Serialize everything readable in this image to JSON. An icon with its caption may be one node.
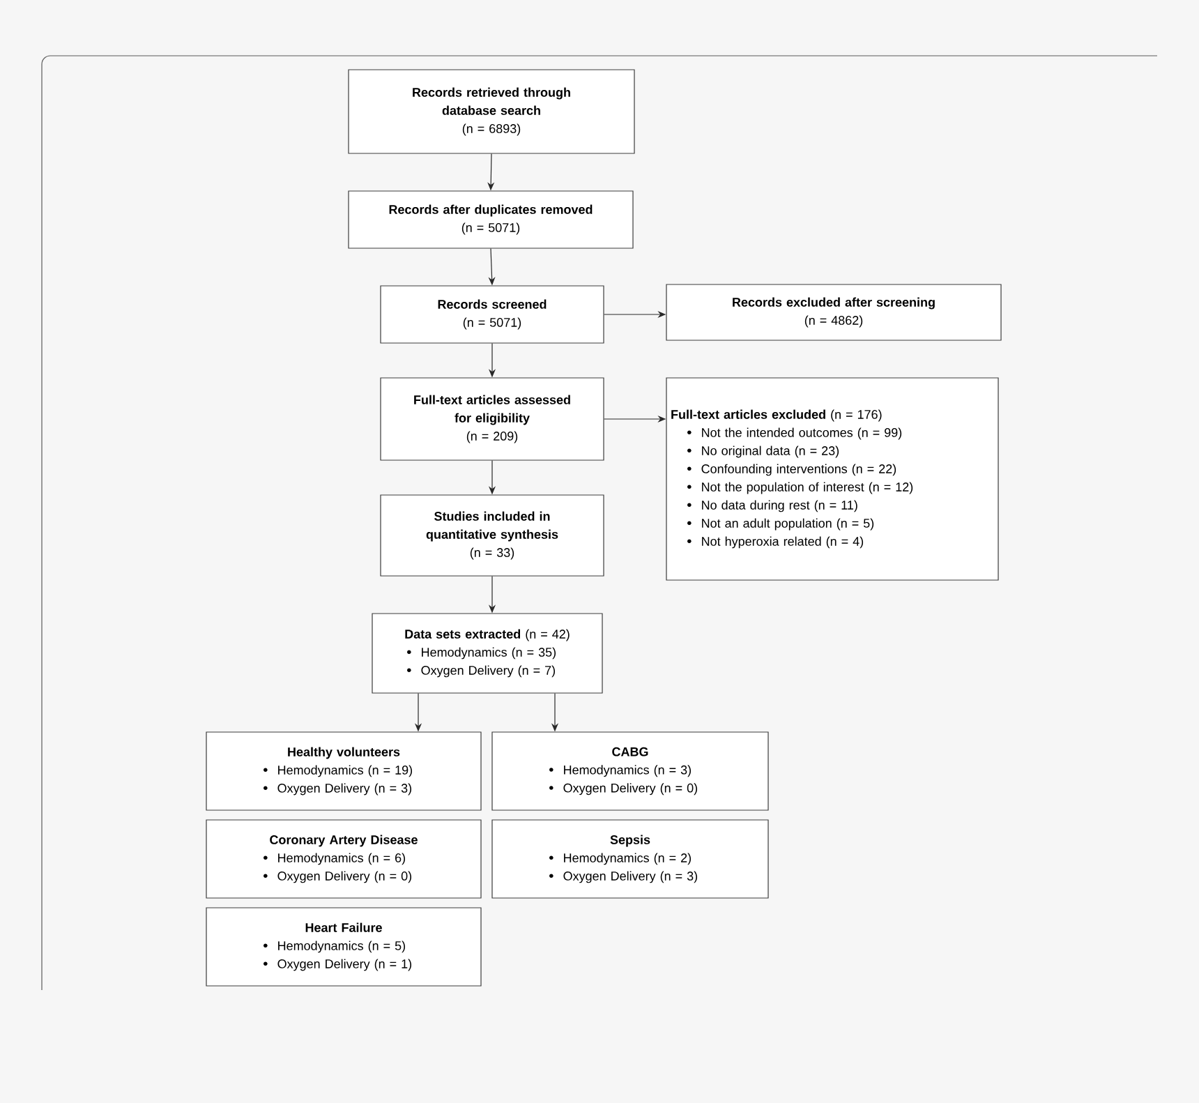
{
  "diagram": {
    "nodes": [
      {
        "text": [
          "Records retrieved through database search",
          "(n = 6893)"
        ]
      },
      {
        "text": [
          "Records after duplicates removed",
          "(n = 5071)"
        ]
      },
      {
        "text": [
          "Records screened",
          "(n = 5071)"
        ]
      },
      {
        "text": [
          "Records excluded after screening",
          "(n = 4862)"
        ]
      },
      {
        "text": [
          "Full-text articles assessed for eligibility",
          "(n = 209)"
        ]
      },
      {
        "text": [
          "**Full-text articles excluded** (n = 176)",
          "Not the intended outcomes (n = 99)",
          "No original data (n = 23)",
          "Confounding interventions (n = 22)",
          "Not the population of interest (n = 12)",
          "No data during rest (n = 11)",
          "Not an adult population (n = 5)",
          "Not hyperoxia related (n = 4)"
        ]
      },
      {
        "text": [
          "Studies included in quantitative synthesis",
          "(n = 33)"
        ]
      },
      {
        "text": [
          "**Data sets extracted** (n = 42)",
          "Hemodynamics (n = 35)",
          "Oxygen Delivery (n = 7)"
        ]
      },
      {
        "text": [
          "Healthy volunteers",
          "Hemodynamics (n = 19)",
          "Oxygen Delivery (n = 3)"
        ]
      },
      {
        "text": [
          "CABG",
          "Hemodynamics (n = 3)",
          "Oxygen Delivery (n = 0)"
        ]
      },
      {
        "text": [
          "Coronary Artery Disease",
          "Hemodynamics (n = 6)",
          "Oxygen Delivery (n = 0)"
        ]
      },
      {
        "text": [
          "Sepsis",
          "Hemodynamics (n = 2)",
          "Oxygen Delivery (n = 3)"
        ]
      },
      {
        "text": [
          "Heart Failure",
          "Hemodynamics (n = 5)",
          "Oxygen Delivery (n = 1)"
        ]
      }
    ],
    "edges": [
      {
        "from": 0,
        "to": 1,
        "arrow": "to"
      },
      {
        "from": 1,
        "to": 2,
        "arrow": "to"
      },
      {
        "from": 2,
        "to": 3,
        "arrow": "to"
      },
      {
        "from": 2,
        "to": 4,
        "arrow": "to"
      },
      {
        "from": 4,
        "to": 5,
        "arrow": "to"
      },
      {
        "from": 4,
        "to": 6,
        "arrow": "to"
      },
      {
        "from": 6,
        "to": 7,
        "arrow": "to"
      },
      {
        "from": 7,
        "to": 8,
        "arrow": "to"
      },
      {
        "from": 7,
        "to": 9,
        "arrow": "to"
      }
    ]
  }
}
